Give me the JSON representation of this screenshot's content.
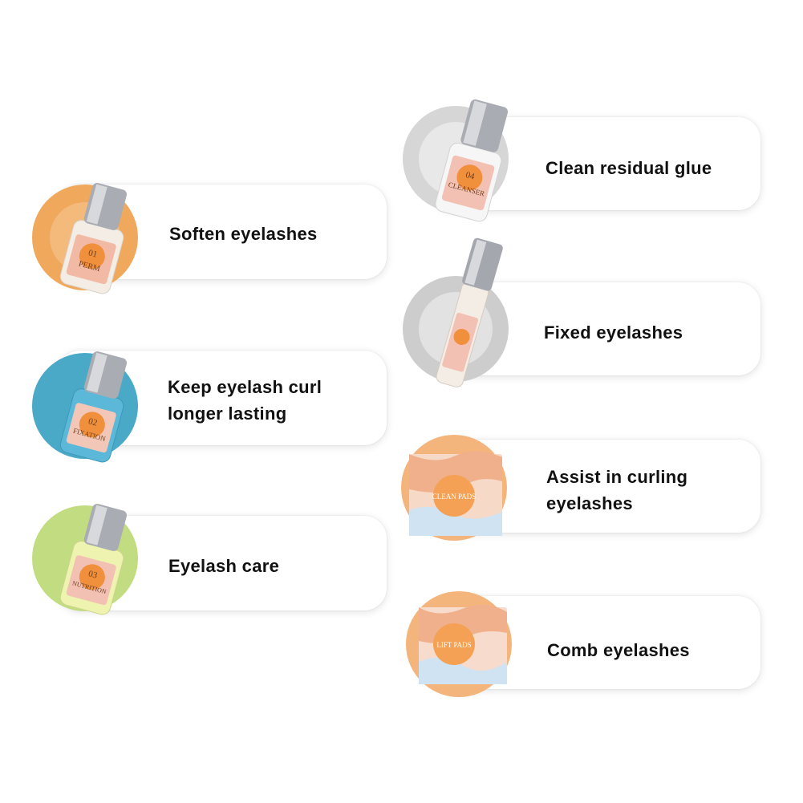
{
  "items": [
    {
      "label": "Soften eyelashes",
      "bottle_number": "01",
      "bottle_name": "PERM",
      "circle_color": "#f0a85c",
      "liquid_color": "#f7f1ea"
    },
    {
      "label": "Keep eyelash curl\nlonger lasting",
      "bottle_number": "02",
      "bottle_name": "FIXATION",
      "circle_color": "#4aa9c6",
      "liquid_color": "#5bb8d9"
    },
    {
      "label": "Eyelash care",
      "bottle_number": "03",
      "bottle_name": "NUTRITION",
      "circle_color": "#c2dc82",
      "liquid_color": "#eef3b0"
    },
    {
      "label": "Clean residual glue",
      "bottle_number": "04",
      "bottle_name": "CLEANSER",
      "circle_color": "#cfcfcf",
      "liquid_color": "#f6f6f6"
    },
    {
      "label": "Fixed eyelashes",
      "circle_color": "#c9c9c9",
      "icon": "glue-tube-icon"
    },
    {
      "label": "Assist in curling\neyelashes",
      "box_name": "CLEAN PADS",
      "circle_color": "#f4b57c",
      "icon": "pad-box-icon"
    },
    {
      "label": "Comb eyelashes",
      "box_name": "LIFT PADS",
      "circle_color": "#f4b57c",
      "icon": "pad-box-icon"
    }
  ]
}
